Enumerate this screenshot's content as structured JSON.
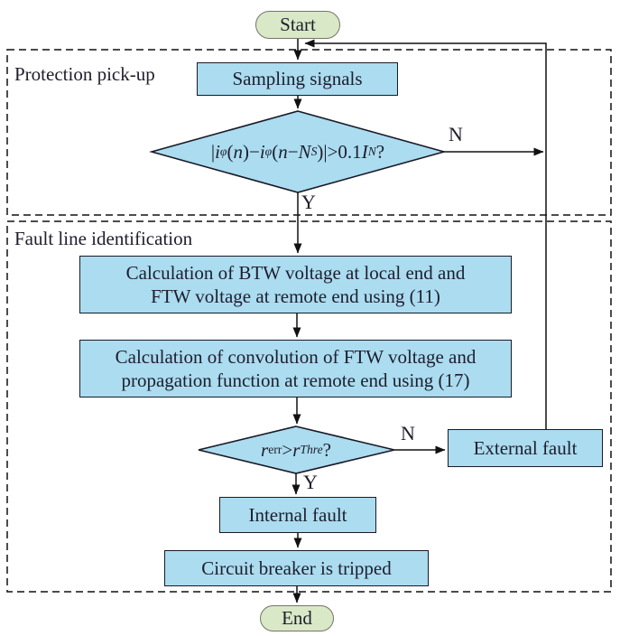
{
  "colors": {
    "process_fill": "#abdcf0",
    "process_border": "#1a1a26",
    "terminal_fill": "#d9e8c6",
    "terminal_border": "#75756a",
    "connector": "#111111",
    "text": "#1e1e2d",
    "background": "#ffffff"
  },
  "regions": {
    "pickup": {
      "label": "Protection pick-up"
    },
    "fault_id": {
      "label": "Fault line identification"
    }
  },
  "nodes": {
    "start": {
      "label": "Start"
    },
    "sampling": {
      "label": "Sampling signals"
    },
    "calc1": {
      "line1": "Calculation of BTW voltage at local end and",
      "line2": "FTW voltage at remote end using (11)"
    },
    "calc2": {
      "line1": "Calculation of convolution of FTW voltage and",
      "line2": "propagation function at remote end using (17)"
    },
    "external": {
      "label": "External fault"
    },
    "internal": {
      "label": "Internal fault"
    },
    "breaker": {
      "label": "Circuit breaker is tripped"
    },
    "end": {
      "label": "End"
    }
  },
  "decisions": {
    "d1": {
      "formula": [
        {
          "t": "|"
        },
        {
          "t": "i",
          "s": "i"
        },
        {
          "t": "φ",
          "s": "subi"
        },
        {
          "t": "("
        },
        {
          "t": "n",
          "s": "i"
        },
        {
          "t": ")−"
        },
        {
          "t": "i",
          "s": "i"
        },
        {
          "t": "φ",
          "s": "subi"
        },
        {
          "t": "("
        },
        {
          "t": "n",
          "s": "i"
        },
        {
          "t": "−"
        },
        {
          "t": "N",
          "s": "i"
        },
        {
          "t": "S",
          "s": "subi"
        },
        {
          "t": ")|>0.1"
        },
        {
          "t": "I",
          "s": "i"
        },
        {
          "t": "N",
          "s": "subi"
        },
        {
          "t": "?"
        }
      ]
    },
    "d2": {
      "formula": [
        {
          "t": "r",
          "s": "i"
        },
        {
          "t": "err",
          "s": "sub"
        },
        {
          "t": ">"
        },
        {
          "t": "r",
          "s": "i"
        },
        {
          "t": "Thre",
          "s": "subi"
        },
        {
          "t": "?"
        }
      ]
    }
  },
  "edge_labels": {
    "d1_no": "N",
    "d1_yes": "Y",
    "d2_no": "N",
    "d2_yes": "Y"
  }
}
